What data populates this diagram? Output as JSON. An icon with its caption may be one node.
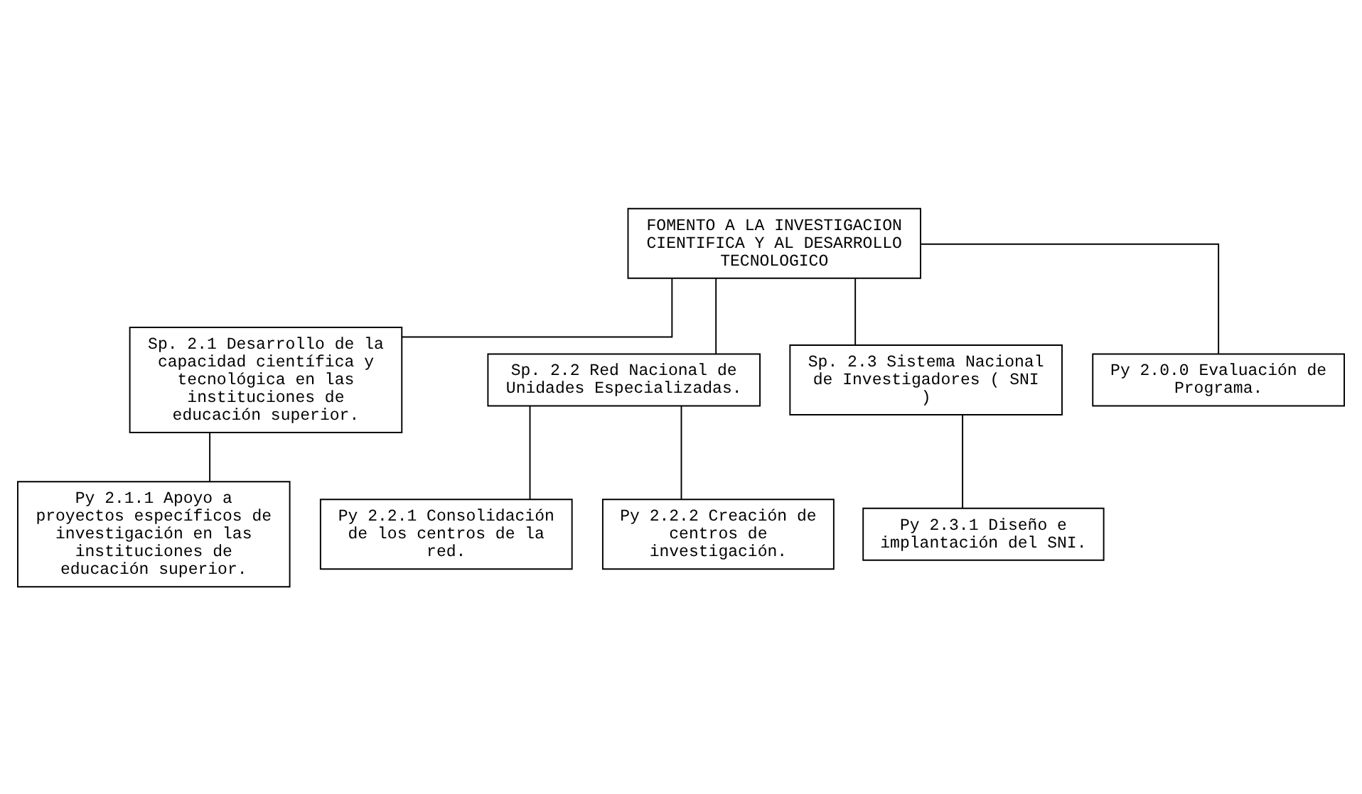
{
  "diagram": {
    "nodes": [
      {
        "text": [
          "FOMENTO A LA INVESTIGACION CIENTIFICA Y AL DESARROLLO TECNOLOGICO"
        ]
      },
      {
        "text": [
          "Sp. 2.1 Desarrollo de la capacidad científica y tecnológica en las instituciones de educación superior."
        ]
      },
      {
        "text": [
          "Sp. 2.2 Red Nacional de Unidades Especializadas."
        ]
      },
      {
        "text": [
          "Sp. 2.3 Sistema Nacional de Investigadores ( SNI )"
        ]
      },
      {
        "text": [
          "Py 2.1.1 Apoyo a proyectos específicos de investigación en las instituciones de educación superior."
        ]
      },
      {
        "text": [
          "Py 2.2.1 Consolidación de los centros de la red."
        ]
      },
      {
        "text": [
          "Py 2.2.2 Creación de centros de investigación."
        ]
      },
      {
        "text": [
          "Py 2.3.1 Diseño e implantación del SNI."
        ]
      },
      {
        "text": [
          "Py 2.0.0 Evaluación de Programa."
        ]
      }
    ],
    "edges": [
      {
        "from": 0,
        "to": 1,
        "arrow": "none"
      },
      {
        "from": 0,
        "to": 8,
        "arrow": "none"
      },
      {
        "from": 0,
        "to": 2,
        "arrow": "none"
      },
      {
        "from": 0,
        "to": 3,
        "arrow": "none"
      },
      {
        "from": 1,
        "to": 4,
        "arrow": "none"
      },
      {
        "from": 2,
        "to": 5,
        "arrow": "none"
      },
      {
        "from": 2,
        "to": 6,
        "arrow": "none"
      },
      {
        "from": 3,
        "to": 7,
        "arrow": "none"
      }
    ]
  }
}
